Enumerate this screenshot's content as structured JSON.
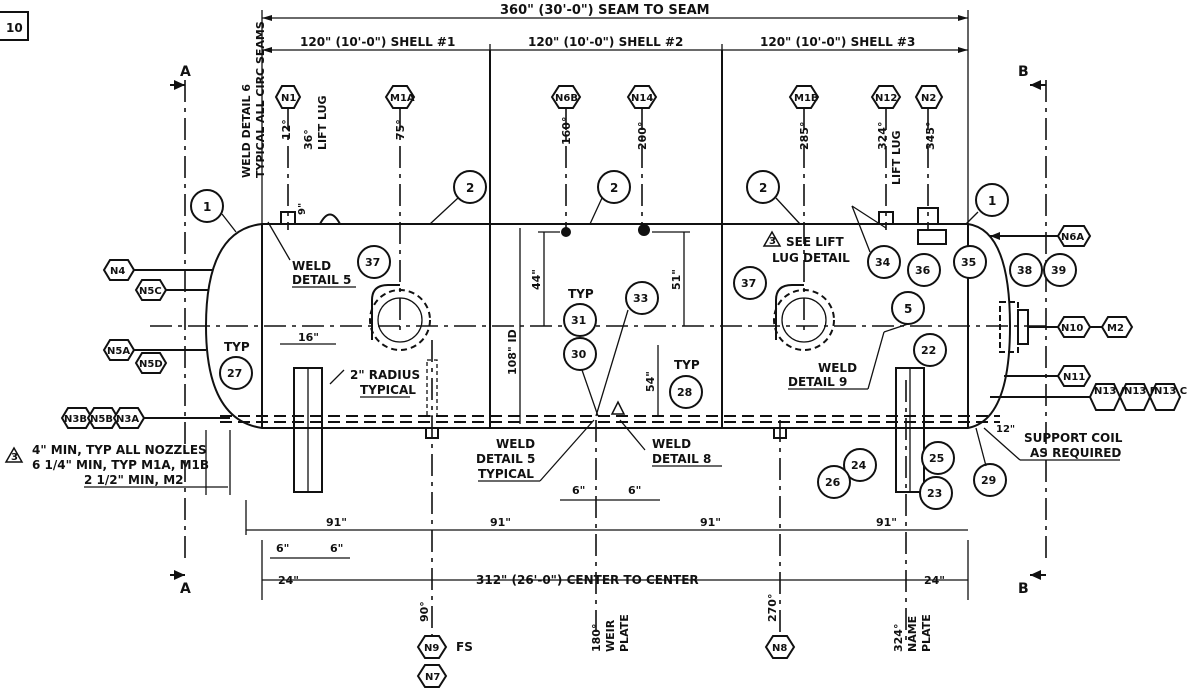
{
  "sheet_ref": "10",
  "dims": {
    "overall": "360\" (30'-0\") SEAM TO SEAM",
    "shell1": "120\" (10'-0\") SHELL #1",
    "shell2": "120\" (10'-0\") SHELL #2",
    "shell3": "120\" (10'-0\") SHELL #3",
    "center_to_center": "312\" (26'-0\") CENTER TO CENTER",
    "d91": "91\"",
    "d24": "24\"",
    "d6": "6\"",
    "d16": "16\"",
    "d12": "12\"",
    "d9": "9\"",
    "d44": "44\"",
    "d51": "51\"",
    "d54": "54\"",
    "id": "108\" ID"
  },
  "section_marks": {
    "a": "A",
    "b": "B"
  },
  "nozzles": {
    "n1": "N1",
    "m1a": "M1A",
    "n6b": "N6B",
    "n14": "N14",
    "m1b": "M1B",
    "n12": "N12",
    "n2": "N2",
    "n4": "N4",
    "n5c": "N5C",
    "n5a": "N5A",
    "n5d": "N5D",
    "n3b": "N3B",
    "n5b": "N5B",
    "n3a": "N3A",
    "n6a": "N6A",
    "n10": "N10",
    "m2": "M2",
    "n11": "N11",
    "n13a": "N13 A",
    "n13b": "N13 B",
    "n13c": "N13 C",
    "n9": "N9",
    "n7": "N7",
    "n8": "N8"
  },
  "angles": {
    "a12": "12°",
    "a36": "36°",
    "a75": "75°",
    "a160": "160°",
    "a200": "200°",
    "a285": "285°",
    "a324": "324°",
    "a345": "345°",
    "a90": "90°",
    "a180": "180°",
    "a270": "270°",
    "a324b": "324°"
  },
  "items": {
    "i1": "1",
    "i2": "2",
    "i5": "5",
    "i22": "22",
    "i23": "23",
    "i24": "24",
    "i25": "25",
    "i26": "26",
    "i27": "27",
    "i28": "28",
    "i29": "29",
    "i30": "30",
    "i31": "31",
    "i33": "33",
    "i34": "34",
    "i35": "35",
    "i36": "36",
    "i37": "37",
    "i38": "38",
    "i39": "39"
  },
  "notes": {
    "weld_detail6_a": "WELD DETAIL 6",
    "weld_detail6_b": "TYPICAL ALL CIRC SEAMS",
    "lift_lug": "LIFT LUG",
    "weld5_a": "WELD",
    "weld5_b": "DETAIL 5",
    "see_lift_a": "SEE LIFT",
    "see_lift_b": "LUG DETAIL",
    "typ": "TYP",
    "radius_a": "2\" RADIUS",
    "radius_b": "TYPICAL",
    "weld9_a": "WELD",
    "weld9_b": "DETAIL 9",
    "weld5typ_a": "WELD",
    "weld5typ_b": "DETAIL 5",
    "weld5typ_c": "TYPICAL",
    "weld8_a": "WELD",
    "weld8_b": "DETAIL 8",
    "min_a": "4\" MIN, TYP ALL NOZZLES",
    "min_b": "6 1/4\" MIN, TYP M1A, M1B",
    "min_c": "2 1/2\" MIN, M2",
    "rev3": "3",
    "support_a": "SUPPORT COIL",
    "support_b": "AS REQUIRED",
    "fs": "FS",
    "weir": "WEIR",
    "plate": "PLATE",
    "name": "NAME"
  }
}
